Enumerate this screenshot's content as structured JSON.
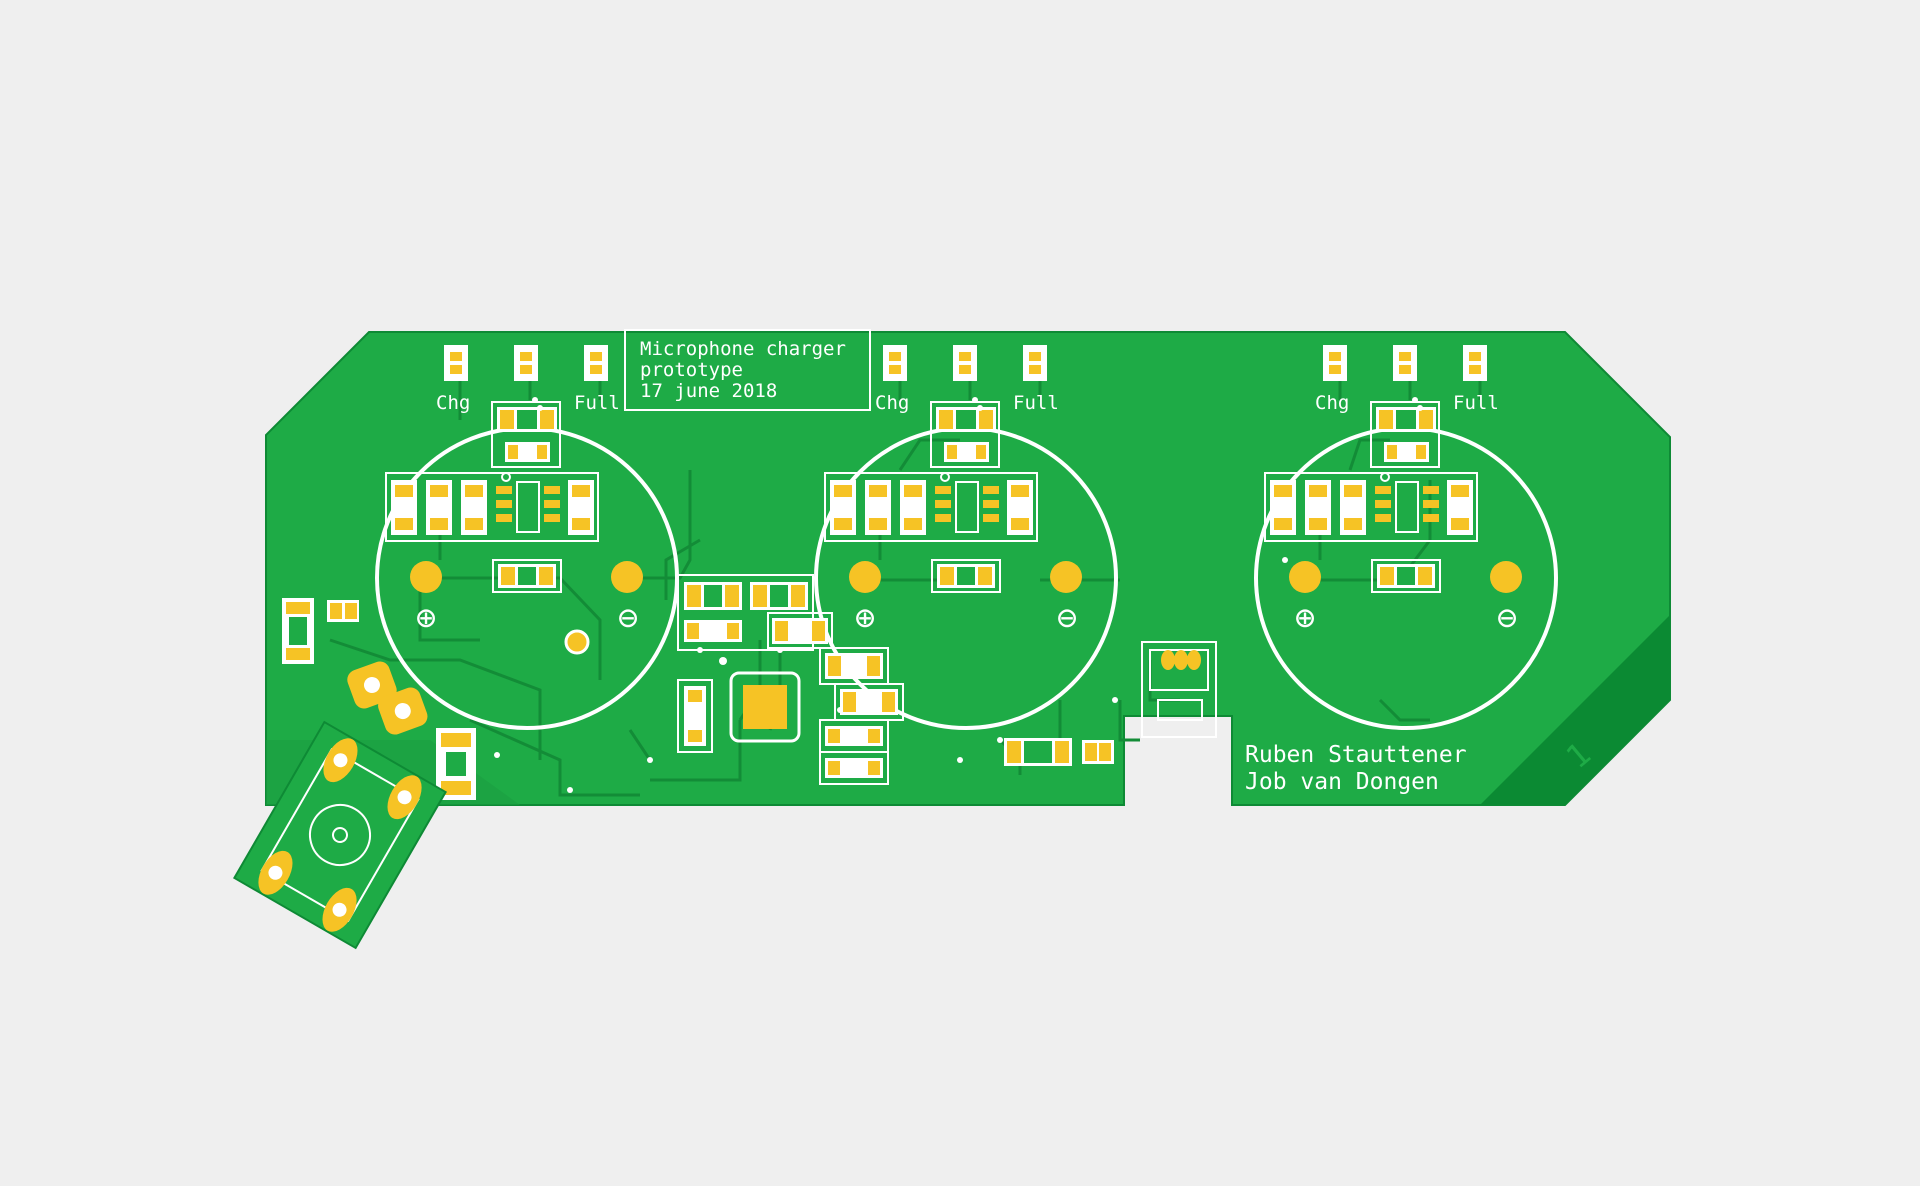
{
  "board": {
    "title_block": {
      "line1": "Microphone charger",
      "line2": "prototype",
      "line3": "17 june 2018"
    },
    "cells": [
      {
        "chg_label": "Chg",
        "full_label": "Full",
        "plus_symbol": "⊕",
        "minus_symbol": "⊖"
      },
      {
        "chg_label": "Chg",
        "full_label": "Full",
        "plus_symbol": "⊕",
        "minus_symbol": "⊖"
      },
      {
        "chg_label": "Chg",
        "full_label": "Full",
        "plus_symbol": "⊕",
        "minus_symbol": "⊖"
      }
    ],
    "authors": {
      "line1": "Ruben Stauttener",
      "line2": "Job van Dongen"
    },
    "layer_marker": "1"
  },
  "colors": {
    "background": "#efefef",
    "board_green": "#1eab46",
    "board_dark": "#0b8a33",
    "trace": "#138c37",
    "pad_gold": "#f6c325",
    "silkscreen": "#ffffff"
  }
}
